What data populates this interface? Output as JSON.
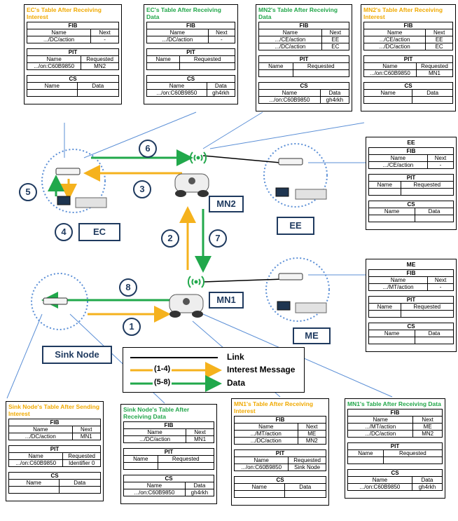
{
  "nodes": {
    "ec": "EC",
    "ee": "EE",
    "me": "ME",
    "mn1": "MN1",
    "mn2": "MN2",
    "sink": "Sink Node"
  },
  "steps": [
    "1",
    "2",
    "3",
    "4",
    "5",
    "6",
    "7",
    "8"
  ],
  "legend": {
    "link": "Link",
    "interest_range": "(1-4)",
    "interest": "Interest Message",
    "data_range": "(5-8)",
    "data": "Data"
  },
  "colors": {
    "interest": "#f5b21d",
    "data": "#21a84b",
    "link": "#000000",
    "callout": "#5b8fd6",
    "node_border": "#1f3a5f"
  },
  "tables": {
    "ec_interest": {
      "title": "EC's Table After Receiving Interest",
      "fib": {
        "title": "FIB",
        "h": [
          "Name",
          "Next"
        ],
        "rows": [
          [
            ".../DC/action",
            "-"
          ]
        ]
      },
      "pit": {
        "title": "PIT",
        "h": [
          "Name",
          "Requested"
        ],
        "rows": [
          [
            ".../on:C60B9850",
            "MN2"
          ]
        ]
      },
      "cs": {
        "title": "CS",
        "h": [
          "Name",
          "Data"
        ],
        "rows": [
          [
            "",
            ""
          ]
        ]
      }
    },
    "ec_data": {
      "title": "EC's Table After Receiving Data",
      "fib": {
        "title": "FIB",
        "h": [
          "Name",
          "Next"
        ],
        "rows": [
          [
            ".../DC/action",
            "-"
          ]
        ]
      },
      "pit": {
        "title": "PIT",
        "h": [
          "Name",
          "Requested"
        ],
        "rows": [
          [
            "",
            ""
          ]
        ]
      },
      "cs": {
        "title": "CS",
        "h": [
          "Name",
          "Data"
        ],
        "rows": [
          [
            ".../on:C60B9850",
            "gh4rkh"
          ]
        ]
      }
    },
    "mn2_data": {
      "title": "MN2's Table After Receiving Data",
      "fib": {
        "title": "FIB",
        "h": [
          "Name",
          "Next"
        ],
        "rows": [
          [
            ".../CE/action",
            "EE"
          ],
          [
            ".../DC/action",
            "EC"
          ]
        ]
      },
      "pit": {
        "title": "PIT",
        "h": [
          "Name",
          "Requested"
        ],
        "rows": [
          [
            "",
            ""
          ]
        ]
      },
      "cs": {
        "title": "CS",
        "h": [
          "Name",
          "Data"
        ],
        "rows": [
          [
            ".../on:C60B9850",
            "gh4rkh"
          ]
        ]
      }
    },
    "mn2_interest": {
      "title": "MN2's Table After Receiving Interest",
      "fib": {
        "title": "FIB",
        "h": [
          "Name",
          "Next"
        ],
        "rows": [
          [
            ".../CE/action",
            "EE"
          ],
          [
            ".../DC/action",
            "EC"
          ]
        ]
      },
      "pit": {
        "title": "PIT",
        "h": [
          "Name",
          "Requested"
        ],
        "rows": [
          [
            ".../on:C60B9850",
            "MN1"
          ]
        ]
      },
      "cs": {
        "title": "CS",
        "h": [
          "Name",
          "Data"
        ],
        "rows": [
          [
            "",
            ""
          ]
        ]
      }
    },
    "ee": {
      "title": "EE",
      "fib": {
        "title": "FIB",
        "h": [
          "Name",
          "Next"
        ],
        "rows": [
          [
            ".../CE/action",
            "-"
          ]
        ]
      },
      "pit": {
        "title": "PIT",
        "h": [
          "Name",
          "Requested"
        ],
        "rows": [
          [
            "",
            ""
          ]
        ]
      },
      "cs": {
        "title": "CS",
        "h": [
          "Name",
          "Data"
        ],
        "rows": [
          [
            "",
            ""
          ]
        ]
      }
    },
    "me": {
      "title": "ME",
      "fib": {
        "title": "FIB",
        "h": [
          "Name",
          "Next"
        ],
        "rows": [
          [
            ".../MT/action",
            "-"
          ]
        ]
      },
      "pit": {
        "title": "PIT",
        "h": [
          "Name",
          "Requested"
        ],
        "rows": [
          [
            "",
            ""
          ]
        ]
      },
      "cs": {
        "title": "CS",
        "h": [
          "Name",
          "Data"
        ],
        "rows": [
          [
            "",
            ""
          ]
        ]
      }
    },
    "sink_sending": {
      "title": "Sink Node's Table After Sending Interest",
      "fib": {
        "title": "FIB",
        "h": [
          "Name",
          "Next"
        ],
        "rows": [
          [
            ".../DC/action",
            "MN1"
          ]
        ]
      },
      "pit": {
        "title": "PIT",
        "h": [
          "Name",
          "Requested"
        ],
        "rows": [
          [
            ".../on:C60B9850",
            "Identifier 0"
          ]
        ]
      },
      "cs": {
        "title": "CS",
        "h": [
          "Name",
          "Data"
        ],
        "rows": [
          [
            "",
            ""
          ]
        ]
      }
    },
    "sink_data": {
      "title": "Sink Node's Table After Receiving Data",
      "fib": {
        "title": "FIB",
        "h": [
          "Name",
          "Next"
        ],
        "rows": [
          [
            ".../DC/action",
            "MN1"
          ]
        ]
      },
      "pit": {
        "title": "PIT",
        "h": [
          "Name",
          "Requested"
        ],
        "rows": [
          [
            "",
            ""
          ]
        ]
      },
      "cs": {
        "title": "CS",
        "h": [
          "Name",
          "Data"
        ],
        "rows": [
          [
            ".../on:C60B9850",
            "gh4rkh"
          ]
        ]
      }
    },
    "mn1_interest": {
      "title": "MN1's Table After Receiving Interest",
      "fib": {
        "title": "FIB",
        "h": [
          "Name",
          "Next"
        ],
        "rows": [
          [
            ".../MT/action",
            "ME"
          ],
          [
            ".../DC/action",
            "MN2"
          ]
        ]
      },
      "pit": {
        "title": "PIT",
        "h": [
          "Name",
          "Requested"
        ],
        "rows": [
          [
            ".../on:C60B9850",
            "Sink Node"
          ]
        ]
      },
      "cs": {
        "title": "CS",
        "h": [
          "Name",
          "Data"
        ],
        "rows": [
          [
            "",
            ""
          ]
        ]
      }
    },
    "mn1_data": {
      "title": "MN1's Table After Receiving Data",
      "fib": {
        "title": "FIB",
        "h": [
          "Name",
          "Next"
        ],
        "rows": [
          [
            ".../MT/action",
            "ME"
          ],
          [
            ".../DC/action",
            "MN2"
          ]
        ]
      },
      "pit": {
        "title": "PIT",
        "h": [
          "Name",
          "Requested"
        ],
        "rows": [
          [
            "",
            ""
          ]
        ]
      },
      "cs": {
        "title": "CS",
        "h": [
          "Name",
          "Data"
        ],
        "rows": [
          [
            ".../on:C60B9850",
            "gh4rkh"
          ]
        ]
      }
    }
  }
}
